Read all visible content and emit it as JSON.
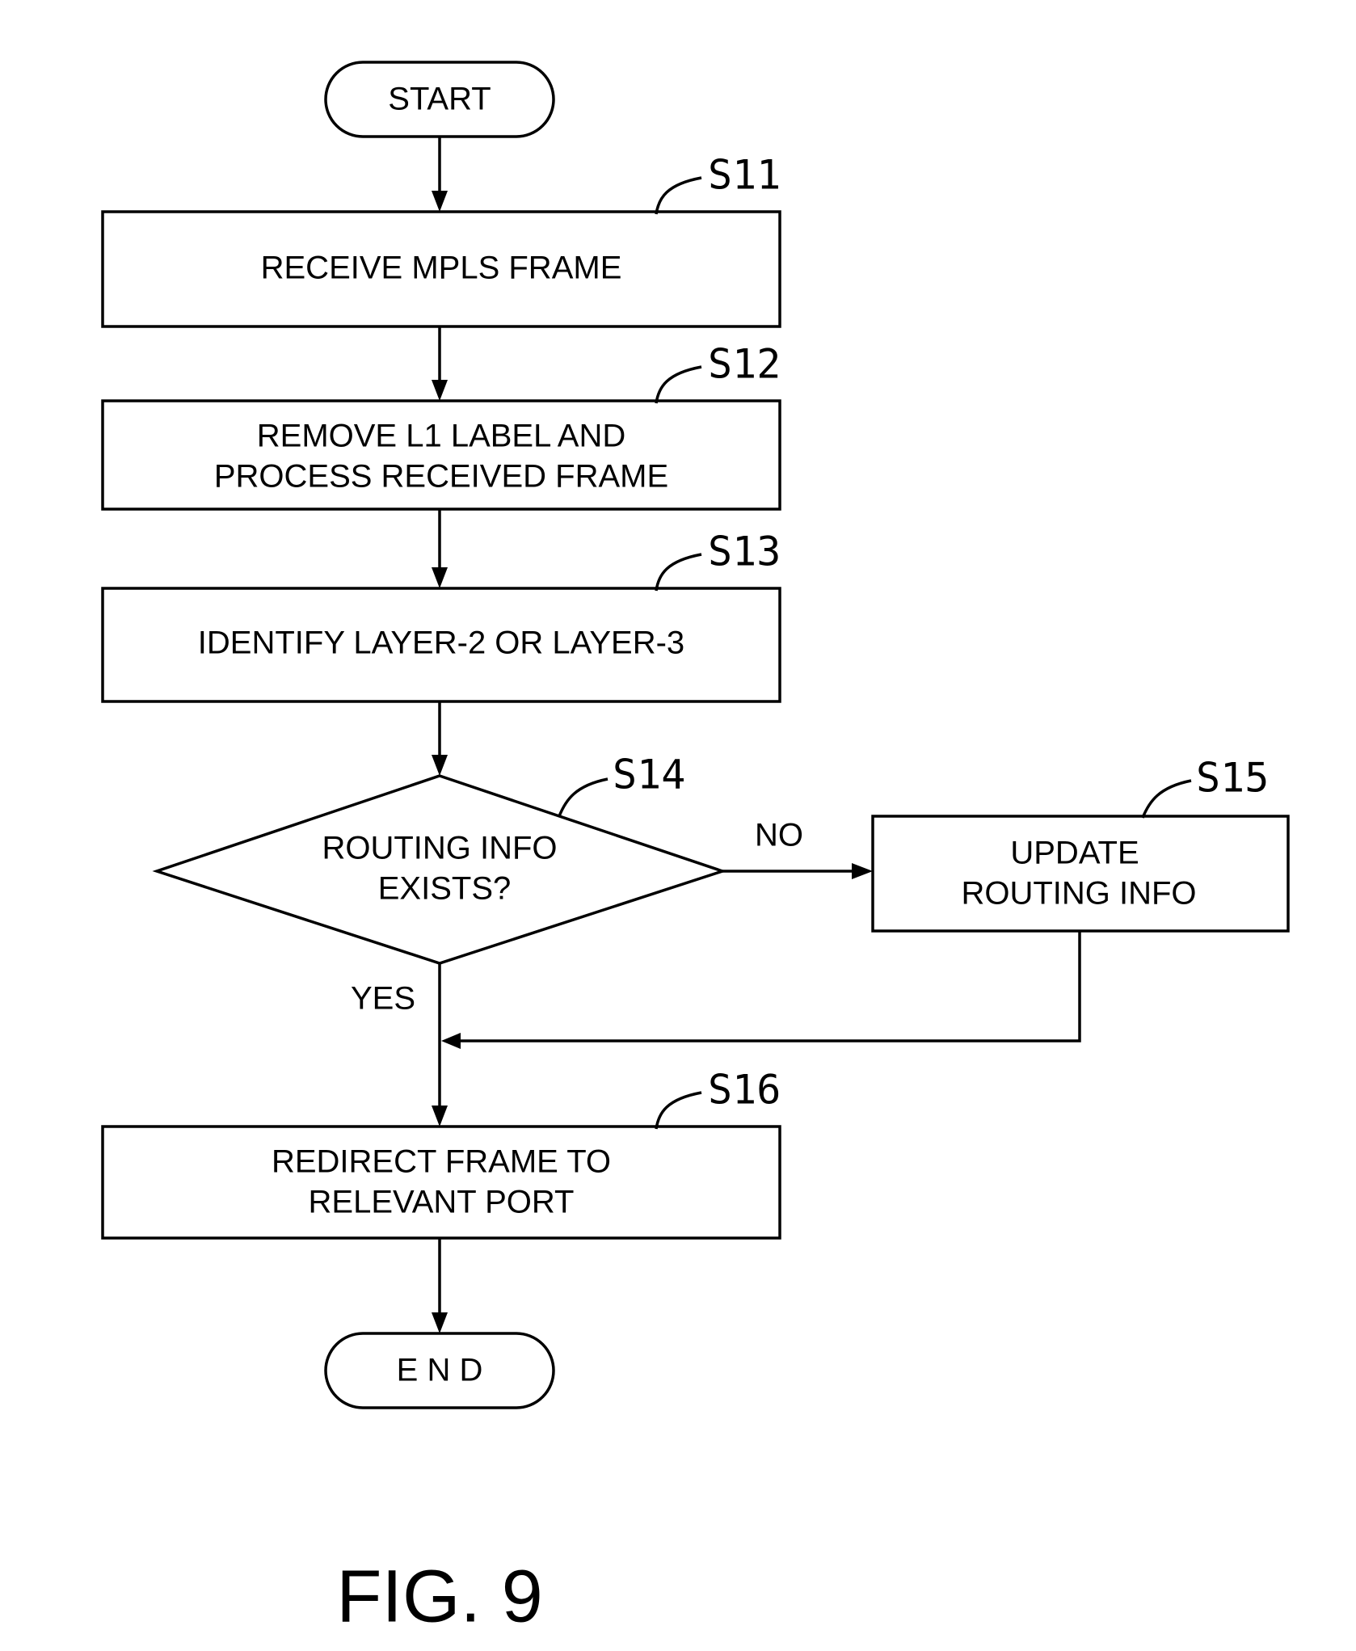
{
  "start": {
    "label": "START"
  },
  "steps": {
    "s11": {
      "id": "S11",
      "label": "RECEIVE MPLS FRAME"
    },
    "s12": {
      "id": "S12",
      "line1": "REMOVE L1 LABEL AND",
      "line2": "PROCESS RECEIVED FRAME"
    },
    "s13": {
      "id": "S13",
      "label": "IDENTIFY LAYER-2 OR LAYER-3"
    },
    "s14": {
      "id": "S14",
      "line1": "ROUTING INFO",
      "line2": "EXISTS?",
      "yes": "YES",
      "no": "NO"
    },
    "s15": {
      "id": "S15",
      "line1": "UPDATE",
      "line2": "ROUTING INFO"
    },
    "s16": {
      "id": "S16",
      "line1": "REDIRECT FRAME TO",
      "line2": "RELEVANT PORT"
    }
  },
  "end": {
    "label": "E N D"
  },
  "figure_label": "FIG. 9"
}
